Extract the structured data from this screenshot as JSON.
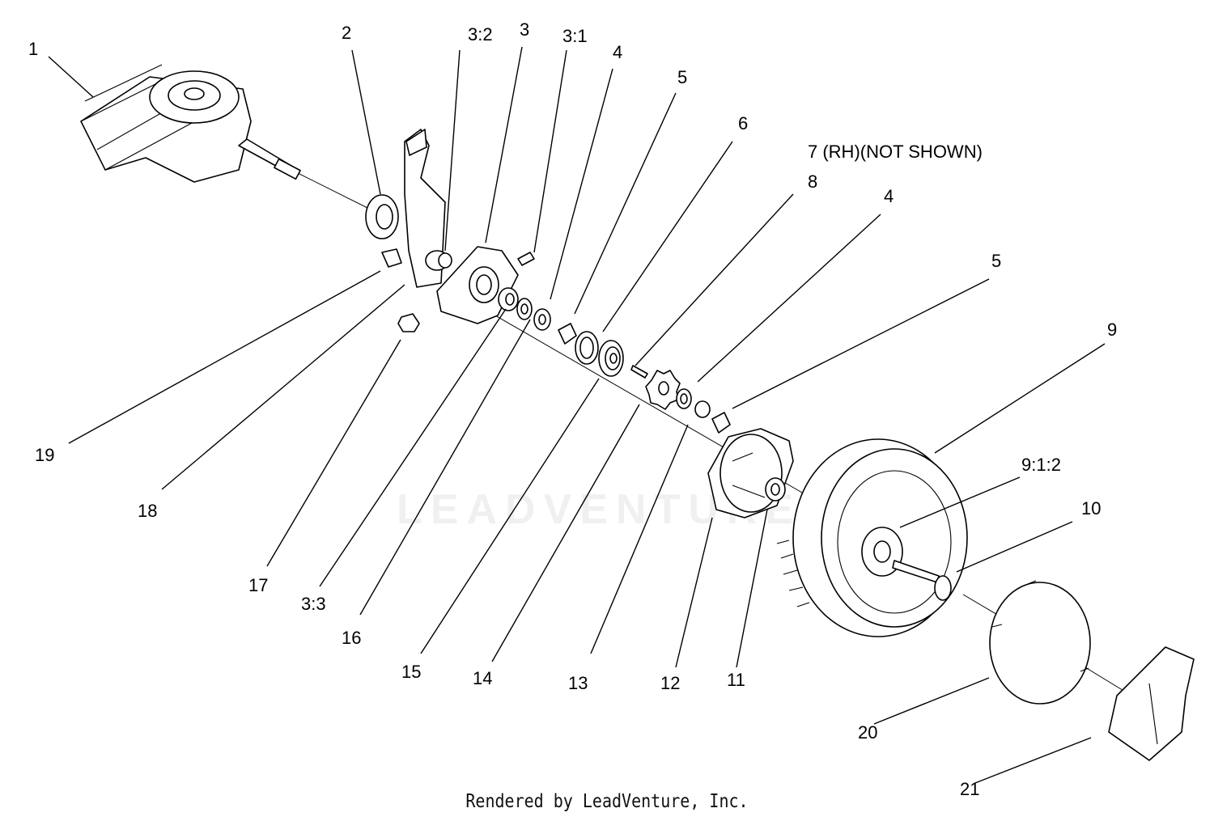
{
  "watermark": "LEADVENTURE",
  "footer": "Rendered by LeadVenture, Inc.",
  "callouts": [
    {
      "id": "c1",
      "label": "1"
    },
    {
      "id": "c2",
      "label": "2"
    },
    {
      "id": "c3_2",
      "label": "3:2"
    },
    {
      "id": "c3",
      "label": "3"
    },
    {
      "id": "c3_1",
      "label": "3:1"
    },
    {
      "id": "c4a",
      "label": "4"
    },
    {
      "id": "c5a",
      "label": "5"
    },
    {
      "id": "c6",
      "label": "6"
    },
    {
      "id": "c7",
      "label": "7 (RH)(NOT SHOWN)"
    },
    {
      "id": "c8",
      "label": "8"
    },
    {
      "id": "c4b",
      "label": "4"
    },
    {
      "id": "c5b",
      "label": "5"
    },
    {
      "id": "c9",
      "label": "9"
    },
    {
      "id": "c9_1_2",
      "label": "9:1:2"
    },
    {
      "id": "c10",
      "label": "10"
    },
    {
      "id": "c11",
      "label": "11"
    },
    {
      "id": "c12",
      "label": "12"
    },
    {
      "id": "c13",
      "label": "13"
    },
    {
      "id": "c14",
      "label": "14"
    },
    {
      "id": "c15",
      "label": "15"
    },
    {
      "id": "c16",
      "label": "16"
    },
    {
      "id": "c3_3",
      "label": "3:3"
    },
    {
      "id": "c17",
      "label": "17"
    },
    {
      "id": "c18",
      "label": "18"
    },
    {
      "id": "c19",
      "label": "19"
    },
    {
      "id": "c20",
      "label": "20"
    },
    {
      "id": "c21",
      "label": "21"
    }
  ]
}
